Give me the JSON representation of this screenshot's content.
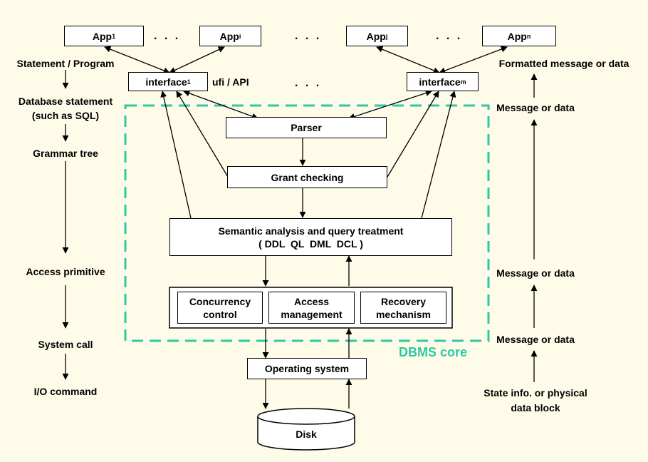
{
  "apps": {
    "app_1": {
      "base": "App",
      "sub": "1"
    },
    "app_i": {
      "base": "App",
      "sub": "i"
    },
    "app_j": {
      "base": "App",
      "sub": "j"
    },
    "app_n": {
      "base": "App",
      "sub": "n"
    }
  },
  "ellipsis": ". . .",
  "interfaces": {
    "interface_1": {
      "base": "interface",
      "sub": "1"
    },
    "interface_m": {
      "base": "interface",
      "sub": "m"
    },
    "ufi_api": "ufi / API"
  },
  "core": {
    "parser": "Parser",
    "grant": "Grant checking",
    "semantic_line1": "Semantic analysis and query treatment",
    "semantic_line2": "( DDL  QL  DML  DCL )",
    "concurrency_line1": "Concurrency",
    "concurrency_line2": "control",
    "access_line1": "Access",
    "access_line2": "management",
    "recovery_line1": "Recovery",
    "recovery_line2": "mechanism",
    "label": "DBMS core",
    "border_color": "#2ec9a4"
  },
  "os": "Operating system",
  "disk": "Disk",
  "left_column": [
    "Statement / Program",
    "Database statement",
    "(such as SQL)",
    "Grammar tree",
    "Access primitive",
    "System call",
    "I/O command"
  ],
  "right_column": [
    "Formatted message or data",
    "Message or data",
    "Message or data",
    "Message or data",
    "State info. or physical",
    "data block"
  ]
}
